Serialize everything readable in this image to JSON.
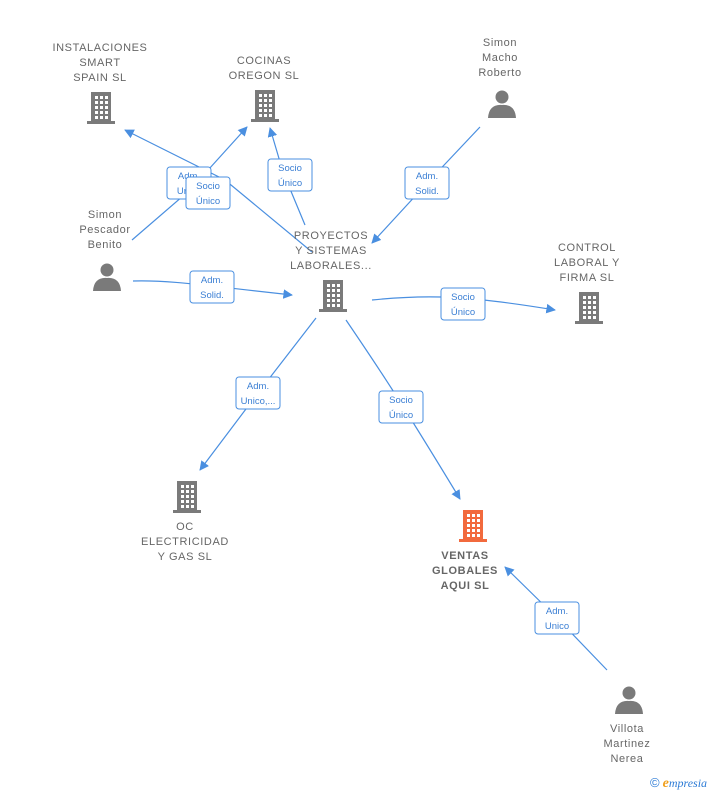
{
  "nodes": {
    "instalaciones": {
      "lines": [
        "INSTALACIONES",
        "SMART",
        "SPAIN  SL"
      ],
      "kind": "company"
    },
    "cocinas": {
      "lines": [
        "COCINAS",
        "OREGON  SL"
      ],
      "kind": "company"
    },
    "simon_macho": {
      "lines": [
        "Simon",
        "Macho",
        "Roberto"
      ],
      "kind": "person"
    },
    "simon_pescador": {
      "lines": [
        "Simon",
        "Pescador",
        "Benito"
      ],
      "kind": "person"
    },
    "proyectos": {
      "lines": [
        "PROYECTOS",
        "Y SISTEMAS",
        "LABORALES..."
      ],
      "kind": "company"
    },
    "control": {
      "lines": [
        "CONTROL",
        "LABORAL Y",
        "FIRMA  SL"
      ],
      "kind": "company"
    },
    "oc": {
      "lines": [
        "OC",
        "ELECTRICIDAD",
        "Y GAS  SL"
      ],
      "kind": "company"
    },
    "ventas": {
      "lines": [
        "VENTAS",
        "GLOBALES",
        "AQUI  SL"
      ],
      "kind": "company-focus"
    },
    "villota": {
      "lines": [
        "Villota",
        "Martinez",
        "Nerea"
      ],
      "kind": "person"
    }
  },
  "edges": [
    {
      "label": [
        "Adm.",
        "Unico"
      ]
    },
    {
      "label": [
        "Socio",
        "Único"
      ]
    },
    {
      "label": [
        "Socio",
        "Único"
      ]
    },
    {
      "label": [
        "Adm.",
        "Solid."
      ]
    },
    {
      "label": [
        "Adm.",
        "Solid."
      ]
    },
    {
      "label": [
        "Socio",
        "Único"
      ]
    },
    {
      "label": [
        "Adm.",
        "Unico,..."
      ]
    },
    {
      "label": [
        "Socio",
        "Único"
      ]
    },
    {
      "label": [
        "Adm.",
        "Unico"
      ]
    }
  ],
  "colors": {
    "edge": "#4a8fe0",
    "node_icon": "#7a7a7a",
    "focus_icon": "#f26a3d",
    "label": "#666666"
  },
  "icons": {
    "company": "building-icon",
    "person": "person-icon"
  },
  "brand": {
    "copyright": "©",
    "name_first": "e",
    "name_rest": "mpresia"
  }
}
